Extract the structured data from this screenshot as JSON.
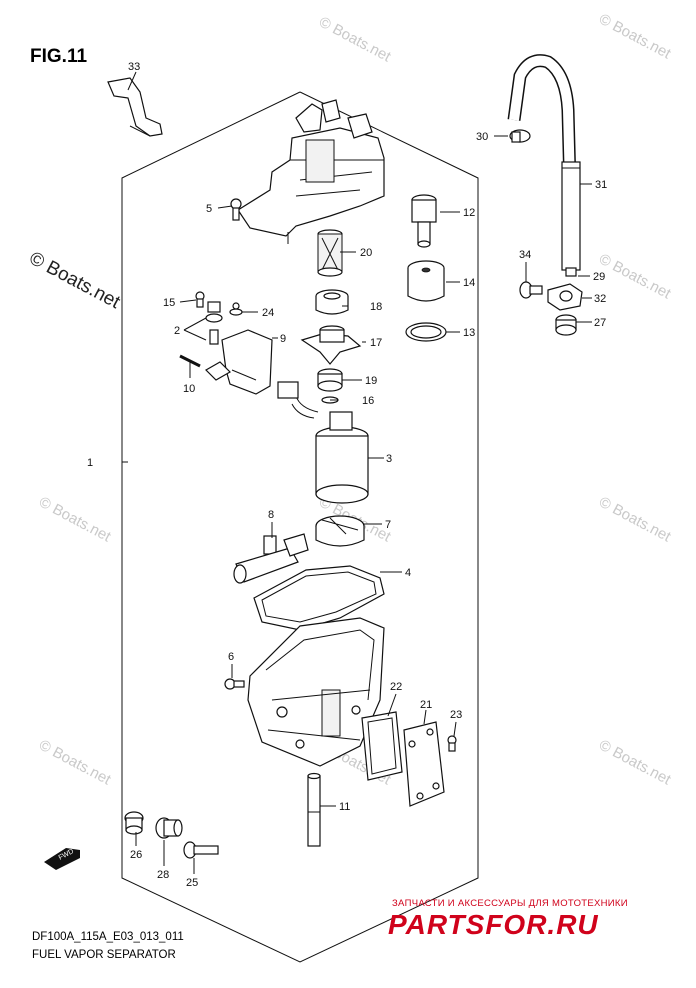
{
  "figure_label": "FIG.11",
  "footer": {
    "code": "DF100A_115A_E03_013_011",
    "title": "FUEL VAPOR SEPARATOR"
  },
  "watermarks": {
    "small": "© Boats.net",
    "large": "© Boats.net"
  },
  "promo": {
    "tagline": "ЗАПЧАСТИ И АКСЕССУАРЫ ДЛЯ МОТОТЕХНИКИ",
    "brand": "PARTSFOR.RU"
  },
  "fwd_label": "FWD",
  "callouts": [
    "1",
    "2",
    "3",
    "4",
    "5",
    "6",
    "7",
    "8",
    "9",
    "10",
    "11",
    "12",
    "13",
    "14",
    "15",
    "16",
    "17",
    "18",
    "19",
    "20",
    "21",
    "22",
    "23",
    "24",
    "25",
    "26",
    "27",
    "28",
    "29",
    "30",
    "31",
    "32",
    "33",
    "34"
  ]
}
